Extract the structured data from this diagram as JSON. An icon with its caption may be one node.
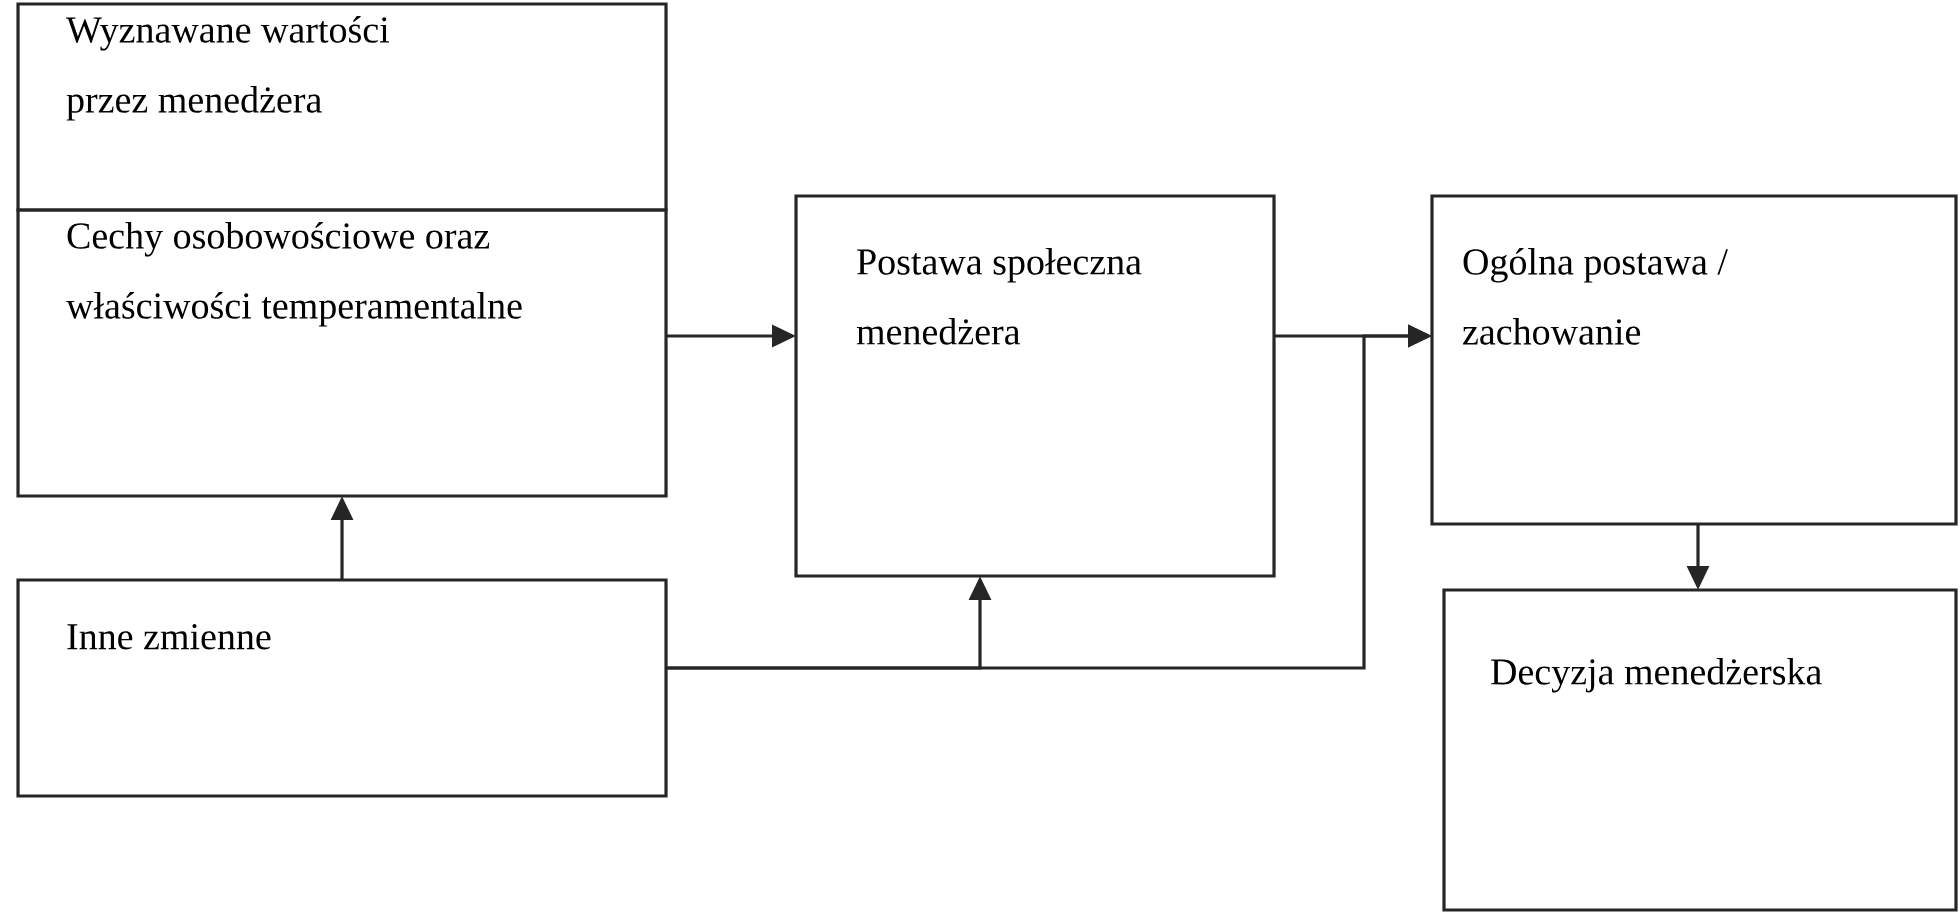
{
  "diagram": {
    "nodes": [
      {
        "text": [
          "Wyznawane wartości przez menedżera"
        ]
      },
      {
        "text": [
          "Cechy osobowościowe oraz właściwości temperamentalne"
        ]
      },
      {
        "text": [
          "Postawa społeczna menedżera"
        ]
      },
      {
        "text": [
          "Ogólna postawa / zachowanie"
        ]
      },
      {
        "text": [
          "Inne zmienne"
        ]
      },
      {
        "text": [
          "Decyzja menedżerska"
        ]
      }
    ],
    "edges": [
      {
        "from": 1,
        "to": 2,
        "arrow": "to"
      },
      {
        "from": 4,
        "to": 1,
        "arrow": "to"
      },
      {
        "from": 4,
        "to": 2,
        "arrow": "to"
      },
      {
        "from": 2,
        "to": 3,
        "arrow": "to"
      },
      {
        "from": 4,
        "to": 3,
        "arrow": "to"
      },
      {
        "from": 3,
        "to": 5,
        "arrow": "to"
      }
    ]
  }
}
